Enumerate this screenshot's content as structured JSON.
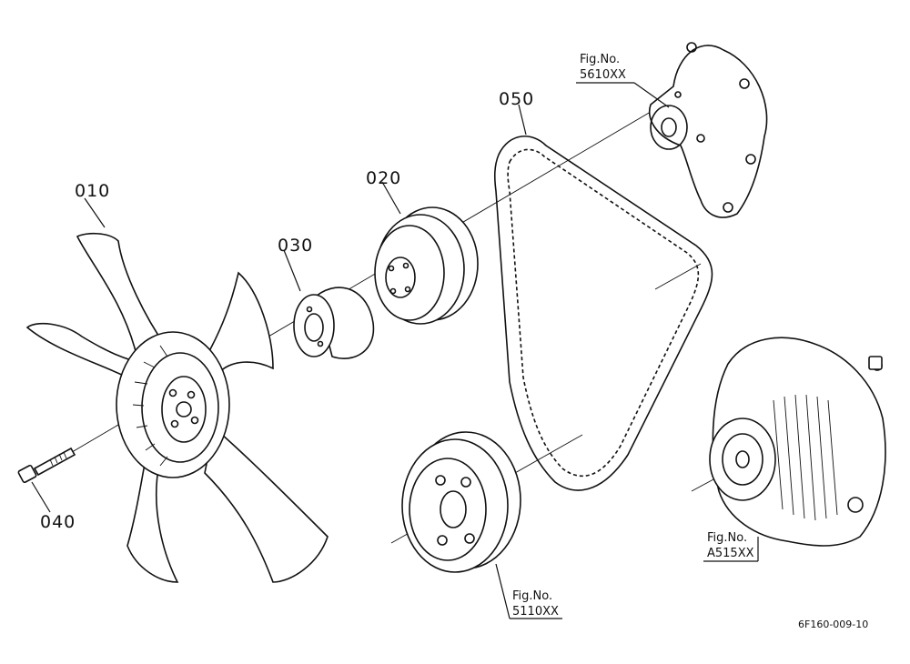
{
  "labels": {
    "fan": "010",
    "pulley": "020",
    "spacer": "030",
    "bolt": "040",
    "belt": "050"
  },
  "refs": {
    "water_pump": {
      "line1": "Fig.No.",
      "line2": "5610XX"
    },
    "alternator": {
      "line1": "Fig.No.",
      "line2": "A515XX"
    },
    "crank_pulley": {
      "line1": "Fig.No.",
      "line2": "5110XX"
    }
  },
  "drawing_code": "6F160-009-10"
}
